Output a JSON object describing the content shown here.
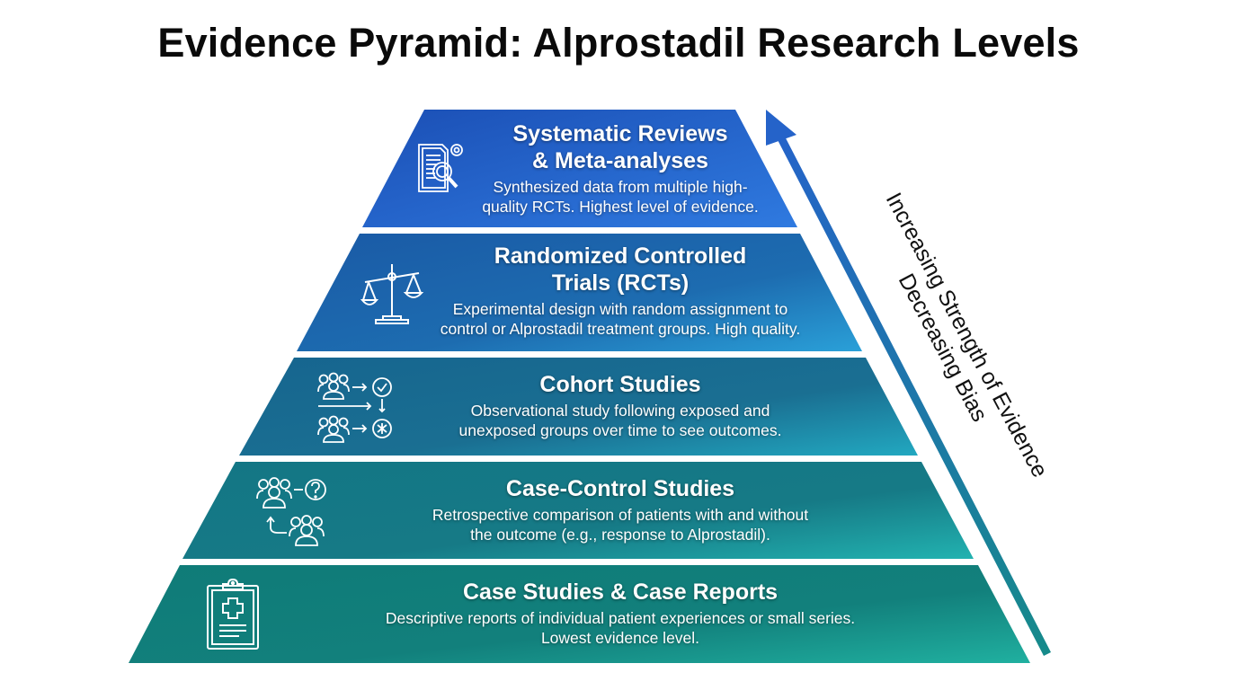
{
  "title": "Evidence Pyramid: Alprostadil Research Levels",
  "tiers": [
    {
      "title_line1": "Systematic Reviews",
      "title_line2": "& Meta-analyses",
      "desc_line1": "Synthesized data from multiple high-",
      "desc_line2": "quality RCTs. Highest level of evidence.",
      "icon": "document-search-gear-icon",
      "color_top": "#1f5fc8",
      "color_bottom": "#2a6fd6"
    },
    {
      "title_line1": "Randomized Controlled",
      "title_line2": "Trials (RCTs)",
      "desc_line1": "Experimental design with random assignment to",
      "desc_line2": "control or Alprostadil treatment groups. High quality.",
      "icon": "balance-scale-icon",
      "color_top": "#1e63ad",
      "color_bottom": "#1f7fc0"
    },
    {
      "title_line1": "Cohort Studies",
      "desc_line1": "Observational study following exposed and",
      "desc_line2": "unexposed groups over time to see outcomes.",
      "icon": "cohort-groups-icon",
      "color_top": "#1a6b94",
      "color_bottom": "#1c8aa8"
    },
    {
      "title_line1": "Case-Control Studies",
      "desc_line1": "Retrospective comparison of patients with and without",
      "desc_line2": "the outcome (e.g., response to Alprostadil).",
      "icon": "case-control-groups-icon",
      "color_top": "#157a86",
      "color_bottom": "#1a9b9c"
    },
    {
      "title_line1": "Case Studies & Case Reports",
      "desc_line1": "Descriptive reports of individual patient experiences or small series.",
      "desc_line2": "Lowest evidence level.",
      "icon": "medical-clipboard-icon",
      "color_top": "#11807e",
      "color_bottom": "#18a094"
    }
  ],
  "side_label": {
    "line1": "Increasing Strength of Evidence",
    "line2": "Decreasing Bias",
    "arrow_top_color": "#2563c9",
    "arrow_bottom_color": "#168a8a"
  }
}
